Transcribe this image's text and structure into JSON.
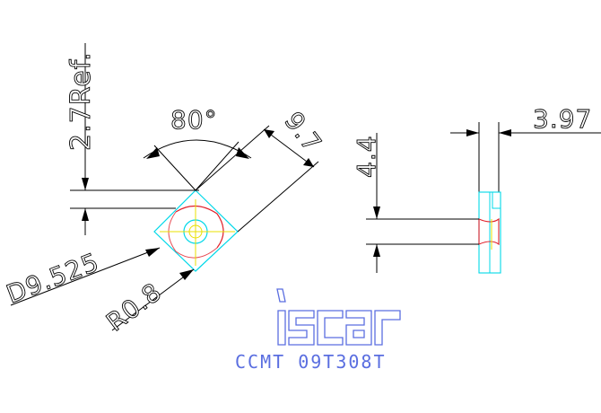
{
  "dimensions": {
    "ref": "2.7Ref.",
    "angle": "80°",
    "side_len": "9.7",
    "hole_dia": "D9.525",
    "radius": "R0.8",
    "thickness": "3.97",
    "height": "4.4"
  },
  "logo": {
    "text": "iscar"
  },
  "part_code": "CCMT 09T308T",
  "colors": {
    "cyan": "#00d8e8",
    "red": "#e0202a",
    "yellow": "#e8e000",
    "blue": "#5a6ee0",
    "dark": "#000000"
  }
}
